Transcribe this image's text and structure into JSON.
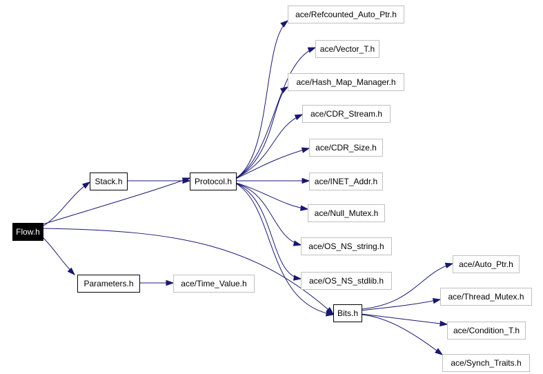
{
  "graph": {
    "nodes": [
      {
        "id": "flow",
        "label": "Flow.h",
        "kind": "root"
      },
      {
        "id": "stack",
        "label": "Stack.h",
        "kind": "local"
      },
      {
        "id": "protocol",
        "label": "Protocol.h",
        "kind": "local"
      },
      {
        "id": "parameters",
        "label": "Parameters.h",
        "kind": "local"
      },
      {
        "id": "bits",
        "label": "Bits.h",
        "kind": "local"
      },
      {
        "id": "timevalue",
        "label": "ace/Time_Value.h",
        "kind": "external"
      },
      {
        "id": "refcounted",
        "label": "ace/Refcounted_Auto_Ptr.h",
        "kind": "external"
      },
      {
        "id": "vector",
        "label": "ace/Vector_T.h",
        "kind": "external"
      },
      {
        "id": "hashmap",
        "label": "ace/Hash_Map_Manager.h",
        "kind": "external"
      },
      {
        "id": "cdrstream",
        "label": "ace/CDR_Stream.h",
        "kind": "external"
      },
      {
        "id": "cdrsize",
        "label": "ace/CDR_Size.h",
        "kind": "external"
      },
      {
        "id": "inetaddr",
        "label": "ace/INET_Addr.h",
        "kind": "external"
      },
      {
        "id": "nullmutex",
        "label": "ace/Null_Mutex.h",
        "kind": "external"
      },
      {
        "id": "osstring",
        "label": "ace/OS_NS_string.h",
        "kind": "external"
      },
      {
        "id": "osstdlib",
        "label": "ace/OS_NS_stdlib.h",
        "kind": "external"
      },
      {
        "id": "autoptr",
        "label": "ace/Auto_Ptr.h",
        "kind": "external"
      },
      {
        "id": "threadmutex",
        "label": "ace/Thread_Mutex.h",
        "kind": "external"
      },
      {
        "id": "condition",
        "label": "ace/Condition_T.h",
        "kind": "external"
      },
      {
        "id": "synchtraits",
        "label": "ace/Synch_Traits.h",
        "kind": "external"
      }
    ],
    "edges": [
      {
        "from": "flow",
        "to": "stack"
      },
      {
        "from": "flow",
        "to": "protocol"
      },
      {
        "from": "flow",
        "to": "parameters"
      },
      {
        "from": "flow",
        "to": "bits"
      },
      {
        "from": "stack",
        "to": "protocol"
      },
      {
        "from": "parameters",
        "to": "timevalue"
      },
      {
        "from": "protocol",
        "to": "refcounted"
      },
      {
        "from": "protocol",
        "to": "vector"
      },
      {
        "from": "protocol",
        "to": "hashmap"
      },
      {
        "from": "protocol",
        "to": "cdrstream"
      },
      {
        "from": "protocol",
        "to": "cdrsize"
      },
      {
        "from": "protocol",
        "to": "inetaddr"
      },
      {
        "from": "protocol",
        "to": "nullmutex"
      },
      {
        "from": "protocol",
        "to": "osstring"
      },
      {
        "from": "protocol",
        "to": "osstdlib"
      },
      {
        "from": "protocol",
        "to": "bits"
      },
      {
        "from": "bits",
        "to": "autoptr"
      },
      {
        "from": "bits",
        "to": "threadmutex"
      },
      {
        "from": "bits",
        "to": "condition"
      },
      {
        "from": "bits",
        "to": "synchtraits"
      }
    ]
  }
}
